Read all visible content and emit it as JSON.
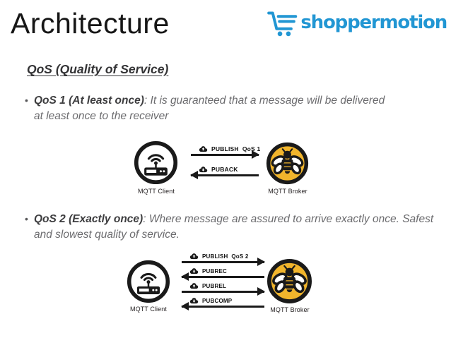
{
  "slide": {
    "title": "Architecture",
    "bullet_char": "•"
  },
  "logo": {
    "text": "shoppermotion",
    "color": "#2196d3"
  },
  "section": {
    "heading": "QoS (Quality of Service)"
  },
  "bullets": [
    {
      "term": "QoS 1 (At least once)",
      "desc": ": It is guaranteed that a message will be delivered at least once to the receiver"
    },
    {
      "term": "QoS 2 (Exactly once)",
      "desc": ": Where message are assured to arrive exactly once. Safest and slowest quality of service."
    }
  ],
  "diagram_qos1": {
    "client_label": "MQTT Client",
    "broker_label": "MQTT Broker",
    "messages": [
      {
        "label": "PUBLISH  QoS 1",
        "direction": "right",
        "icon": "cloud-up"
      },
      {
        "label": "PUBACK",
        "direction": "left",
        "icon": "cloud-down"
      }
    ]
  },
  "diagram_qos2": {
    "client_label": "MQTT Client",
    "broker_label": "MQTT Broker",
    "messages": [
      {
        "label": "PUBLISH  QoS 2",
        "direction": "right",
        "icon": "cloud-up"
      },
      {
        "label": "PUBREC",
        "direction": "left",
        "icon": "cloud-down"
      },
      {
        "label": "PUBREL",
        "direction": "right",
        "icon": "cloud-up"
      },
      {
        "label": "PUBCOMP",
        "direction": "left",
        "icon": "cloud-down"
      }
    ]
  },
  "colors": {
    "broker_yellow": "#f1b52c",
    "logo_blue": "#2196d3",
    "ink": "#1a1a1a",
    "body_gray": "#6b6b6e"
  }
}
